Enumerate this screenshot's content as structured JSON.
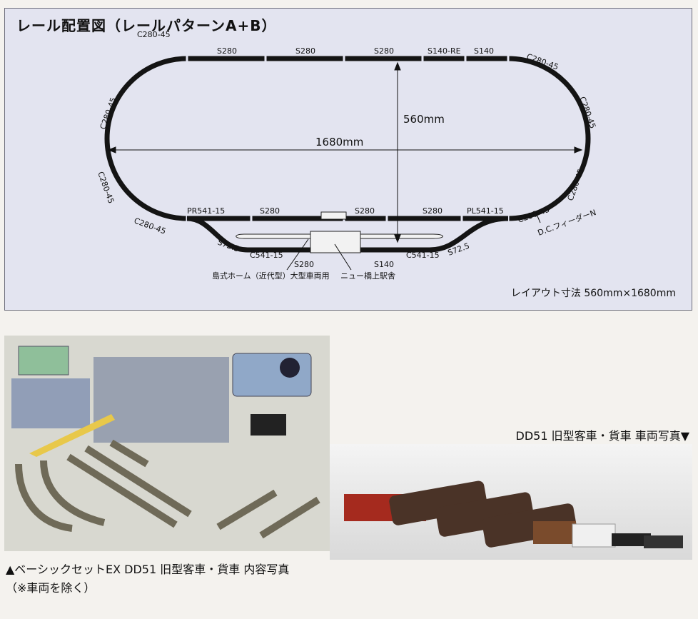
{
  "layout": {
    "title": "レール配置図（レールパターンA+B）",
    "dims_caption": "レイアウト寸法  560mm×1680mm",
    "width_label": "1680mm",
    "height_label": "560mm",
    "track_labels": {
      "top1": "C280-45",
      "top_s1": "S280",
      "top_s2": "S280",
      "top_s3": "S280",
      "top_s140re": "S140-RE",
      "top_s140": "S140",
      "top_c_right": "C280-45",
      "left1": "C280-45",
      "left2": "C280-45",
      "left3": "C280-45",
      "right1": "C280-45",
      "right2": "C280-45",
      "right3": "C280-45",
      "pr541": "PR541-15",
      "bot_s1": "S280",
      "bot_s2": "S280",
      "bot_s3": "S280",
      "pl541": "PL541-15",
      "s72l": "S72.5",
      "c541l": "C541-15",
      "s280l": "S280",
      "s140b": "S140",
      "c541r": "C541-15",
      "s72r": "S72.5",
      "feeder": "D.C.フィーダーN",
      "platform": "島式ホーム（近代型）大型車両用",
      "station": "ニュー橋上駅舎"
    }
  },
  "captions": {
    "set_line1": "▲ベーシックセットEX DD51 旧型客車・貨車 内容写真",
    "set_line2": "（※車両を除く）",
    "vehicle": "DD51 旧型客車・貨車 車両写真▼"
  }
}
